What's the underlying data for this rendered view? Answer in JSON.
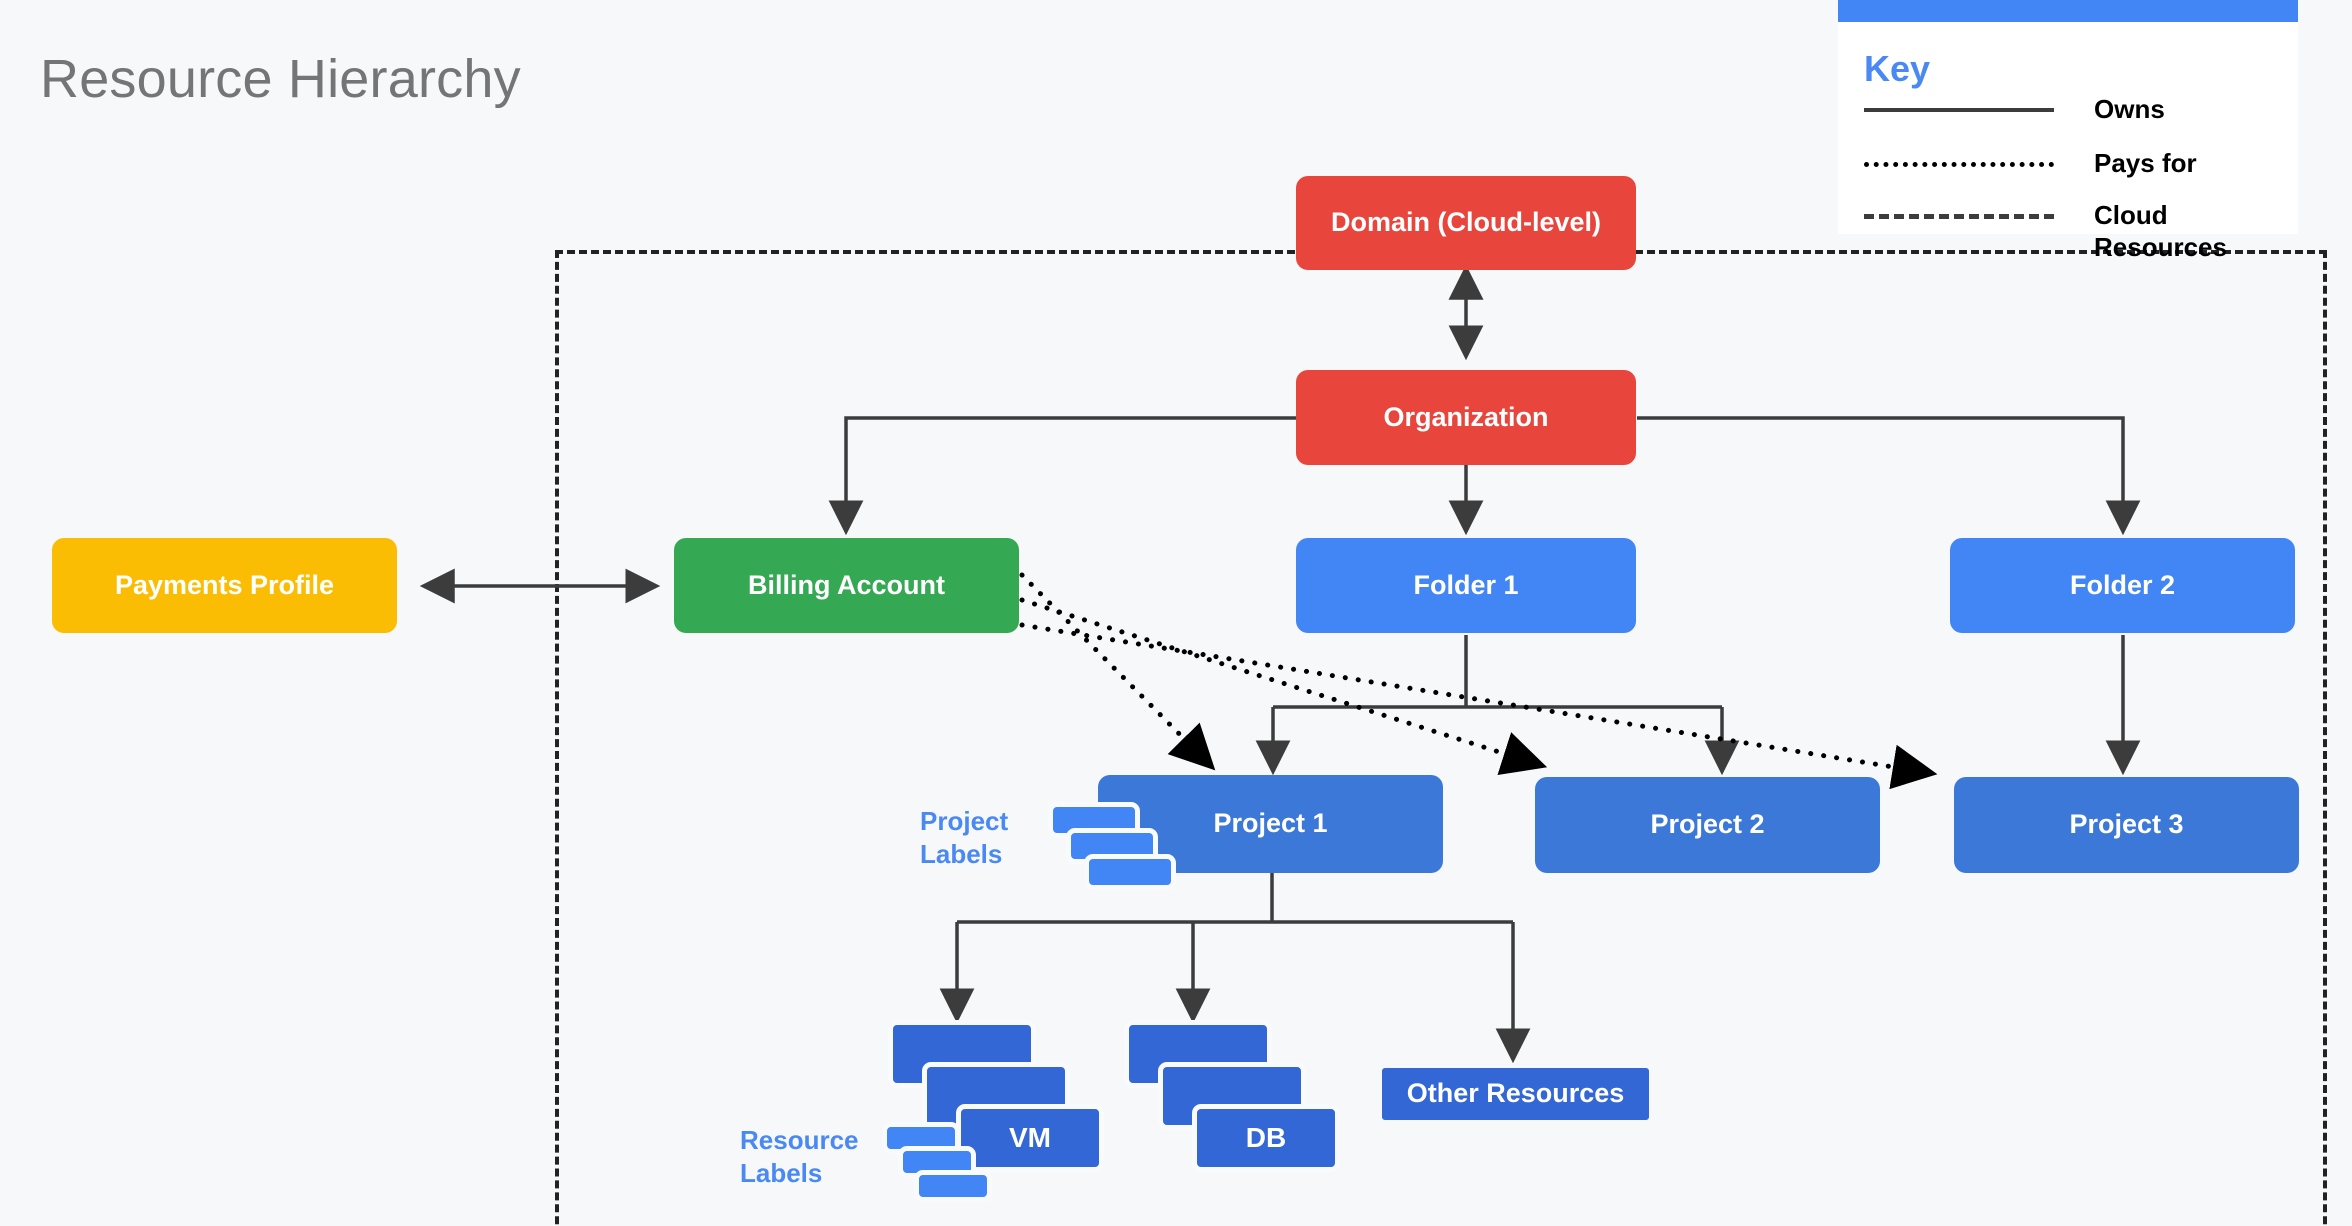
{
  "page": {
    "title": "Resource Hierarchy",
    "background_color": "#f6f8fa"
  },
  "colors": {
    "red": "#E8453C",
    "green": "#34A853",
    "yellow": "#FBBC04",
    "light_blue": "#4285F4",
    "medium_blue": "#3C78D8",
    "dark_blue": "#3367D6",
    "title_gray": "#757575",
    "legend_accent": "#4A89F3",
    "connector": "#3c3c3c"
  },
  "legend": {
    "title": "Key",
    "items": [
      {
        "style": "solid",
        "label": "Owns"
      },
      {
        "style": "dotted",
        "label": "Pays for"
      },
      {
        "style": "dashed",
        "label": "Cloud Resources"
      }
    ]
  },
  "nodes": {
    "domain": {
      "label": "Domain (Cloud-level)"
    },
    "organization": {
      "label": "Organization"
    },
    "payments": {
      "label": "Payments Profile"
    },
    "billing": {
      "label": "Billing Account"
    },
    "folder1": {
      "label": "Folder 1"
    },
    "folder2": {
      "label": "Folder 2"
    },
    "project1": {
      "label": "Project 1"
    },
    "project2": {
      "label": "Project 2"
    },
    "project3": {
      "label": "Project 3"
    },
    "vm": {
      "label": "VM"
    },
    "db": {
      "label": "DB"
    },
    "other": {
      "label": "Other Resources"
    }
  },
  "labels": {
    "project_labels": "Project\nLabels",
    "project_labels_l1": "Project",
    "project_labels_l2": "Labels",
    "resource_labels_l1": "Resource",
    "resource_labels_l2": "Labels"
  },
  "chart_data": {
    "type": "diagram",
    "title": "Resource Hierarchy",
    "node_list": [
      "Domain (Cloud-level)",
      "Organization",
      "Payments Profile",
      "Billing Account",
      "Folder 1",
      "Folder 2",
      "Project 1",
      "Project 2",
      "Project 3",
      "VM",
      "DB",
      "Other Resources"
    ],
    "edges": [
      {
        "from": "Domain (Cloud-level)",
        "to": "Organization",
        "style": "solid",
        "arrows": "both"
      },
      {
        "from": "Organization",
        "to": "Billing Account",
        "style": "solid",
        "arrows": "to"
      },
      {
        "from": "Organization",
        "to": "Folder 1",
        "style": "solid",
        "arrows": "to"
      },
      {
        "from": "Organization",
        "to": "Folder 2",
        "style": "solid",
        "arrows": "to"
      },
      {
        "from": "Payments Profile",
        "to": "Billing Account",
        "style": "solid",
        "arrows": "both"
      },
      {
        "from": "Folder 1",
        "to": "Project 1",
        "style": "solid",
        "arrows": "to"
      },
      {
        "from": "Folder 1",
        "to": "Project 2",
        "style": "solid",
        "arrows": "to"
      },
      {
        "from": "Folder 2",
        "to": "Project 3",
        "style": "solid",
        "arrows": "to"
      },
      {
        "from": "Billing Account",
        "to": "Project 1",
        "style": "dotted",
        "arrows": "to"
      },
      {
        "from": "Billing Account",
        "to": "Project 2",
        "style": "dotted",
        "arrows": "to"
      },
      {
        "from": "Billing Account",
        "to": "Project 3",
        "style": "dotted",
        "arrows": "to"
      },
      {
        "from": "Project 1",
        "to": "VM",
        "style": "solid",
        "arrows": "to"
      },
      {
        "from": "Project 1",
        "to": "DB",
        "style": "solid",
        "arrows": "to"
      },
      {
        "from": "Project 1",
        "to": "Other Resources",
        "style": "solid",
        "arrows": "to"
      }
    ],
    "grouping": {
      "label": "Cloud Resources",
      "style": "dashed",
      "contains": [
        "Organization",
        "Billing Account",
        "Folder 1",
        "Folder 2",
        "Project 1",
        "Project 2",
        "Project 3",
        "VM",
        "DB",
        "Other Resources"
      ]
    }
  }
}
